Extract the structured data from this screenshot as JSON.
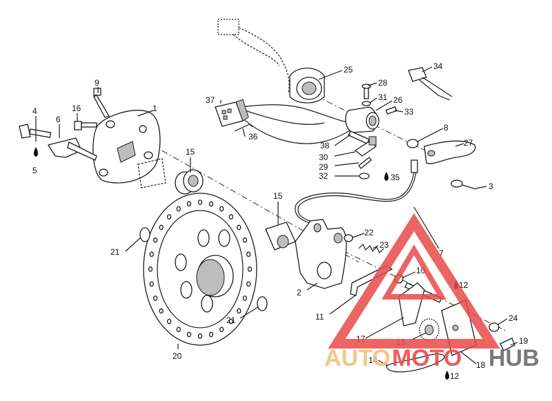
{
  "callouts": [
    {
      "id": "c1",
      "text": "1"
    },
    {
      "id": "c2",
      "text": "2"
    },
    {
      "id": "c3",
      "text": "3"
    },
    {
      "id": "c4",
      "text": "4"
    },
    {
      "id": "c5",
      "text": "5"
    },
    {
      "id": "c6",
      "text": "6"
    },
    {
      "id": "c7",
      "text": "7"
    },
    {
      "id": "c8",
      "text": "8"
    },
    {
      "id": "c9",
      "text": "9"
    },
    {
      "id": "c10",
      "text": "10"
    },
    {
      "id": "c11",
      "text": "11"
    },
    {
      "id": "c12a",
      "text": "12"
    },
    {
      "id": "c12b",
      "text": "12"
    },
    {
      "id": "c13",
      "text": "13"
    },
    {
      "id": "c14",
      "text": "14"
    },
    {
      "id": "c15a",
      "text": "15"
    },
    {
      "id": "c15b",
      "text": "15"
    },
    {
      "id": "c16",
      "text": "16"
    },
    {
      "id": "c17",
      "text": "17"
    },
    {
      "id": "c18",
      "text": "18"
    },
    {
      "id": "c19",
      "text": "19"
    },
    {
      "id": "c20",
      "text": "20"
    },
    {
      "id": "c21a",
      "text": "21"
    },
    {
      "id": "c21b",
      "text": "21"
    },
    {
      "id": "c22",
      "text": "22"
    },
    {
      "id": "c23",
      "text": "23"
    },
    {
      "id": "c24",
      "text": "24"
    },
    {
      "id": "c25",
      "text": "25"
    },
    {
      "id": "c26",
      "text": "26"
    },
    {
      "id": "c27",
      "text": "27"
    },
    {
      "id": "c28",
      "text": "28"
    },
    {
      "id": "c29",
      "text": "29"
    },
    {
      "id": "c30",
      "text": "30"
    },
    {
      "id": "c31",
      "text": "31"
    },
    {
      "id": "c32",
      "text": "32"
    },
    {
      "id": "c33",
      "text": "33"
    },
    {
      "id": "c34",
      "text": "34"
    },
    {
      "id": "c35",
      "text": "35"
    },
    {
      "id": "c36",
      "text": "36"
    },
    {
      "id": "c37",
      "text": "37"
    },
    {
      "id": "c38",
      "text": "38"
    }
  ],
  "watermark": {
    "auto": "AUTO",
    "moto": "MOTO",
    "hub": "HUB",
    "colors": {
      "auto": "#f3c37a",
      "moto": "#e94b4b",
      "hub": "#6b6b6b",
      "triangle": "#e94b4b"
    }
  }
}
